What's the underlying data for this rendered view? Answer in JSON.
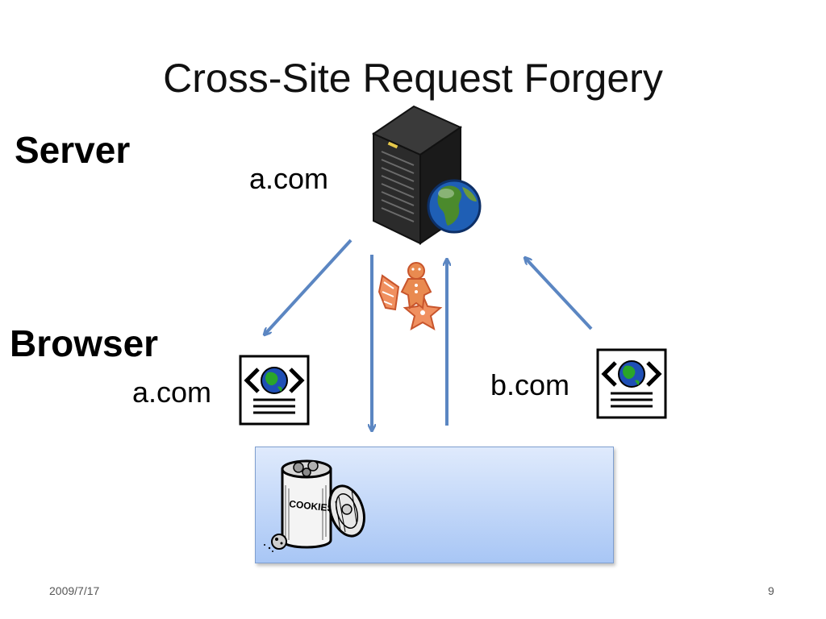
{
  "slide": {
    "title": "Cross-Site Request Forgery",
    "server_label": "Server",
    "browser_label": "Browser",
    "server_domain": "a.com",
    "browser_domain_a": "a.com",
    "browser_domain_b": "b.com",
    "cookie_jar_text": "COOKIES",
    "date": "2009/7/17",
    "page_number": "9"
  },
  "colors": {
    "arrow": "#5b86c2",
    "box_top": "#dfeafc",
    "box_bottom": "#a8c6f5"
  }
}
